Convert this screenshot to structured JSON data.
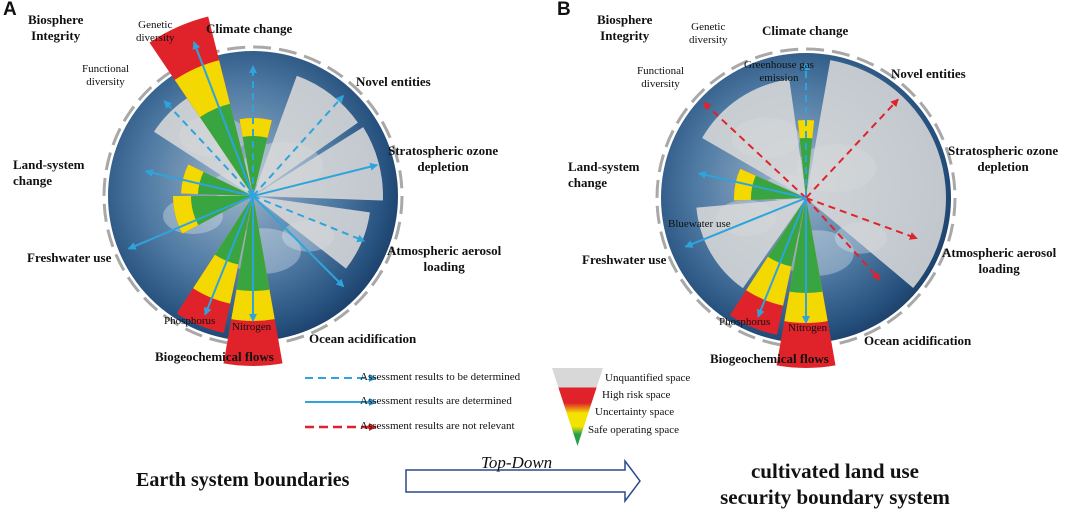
{
  "panels": [
    {
      "letter": "A",
      "labels": {
        "biosphere": "Biosphere\nIntegrity",
        "genetic": "Genetic\ndiversity",
        "functional": "Functional\ndiversity",
        "climate": "Climate change",
        "novel": "Novel entities",
        "ozone": "Stratospheric ozone\ndepletion",
        "landsystem": "Land-system\nchange",
        "freshwater": "Freshwater use",
        "aerosol": "Atmospheric aerosol\nloading",
        "phosphorus": "Phosphorus",
        "nitrogen": "Nitrogen",
        "ocean": "Ocean acidification",
        "biogeo": "Biogeochemical flows"
      }
    },
    {
      "letter": "B",
      "labels": {
        "biosphere": "Biosphere\nIntegrity",
        "genetic": "Genetic\ndiversity",
        "functional": "Functional\ndiversity",
        "climate": "Climate change",
        "ghg": "Greenhouse gas\nemission",
        "novel": "Novel entities",
        "ozone": "Stratospheric ozone\ndepletion",
        "landsystem": "Land-system\nchange",
        "bluewater": "Bluewater use",
        "freshwater": "Freshwater use",
        "aerosol": "Atmospheric aerosol\nloading",
        "phosphorus": "Phosphorus",
        "nitrogen": "Nitrogen",
        "ocean": "Ocean acidification",
        "biogeo": "Biogeochemical flows"
      }
    }
  ],
  "legend": {
    "arrows": [
      {
        "label": "Assessment results to be determined",
        "style": "dashed",
        "color": "#2fa4dc"
      },
      {
        "label": "Assessment results are determined",
        "style": "solid",
        "color": "#2fa4dc"
      },
      {
        "label": "Assessment results are not relevant",
        "style": "dashed",
        "color": "#e0232a"
      }
    ],
    "spaces": [
      {
        "label": "Unquantified space",
        "color": "#d8d8d8"
      },
      {
        "label": "High risk space",
        "color": "#e0232a"
      },
      {
        "label": "Uncertainty space",
        "color": "#f4e300"
      },
      {
        "label": "Safe operating space",
        "color": "#23a048"
      }
    ]
  },
  "bottom": {
    "left": "Earth system boundaries",
    "arrow_label": "Top-Down",
    "right_line1": "cultivated land use",
    "right_line2": "security boundary system"
  },
  "colors": {
    "blue_arrow": "#2fa4dc",
    "red_arrow": "#e0232a",
    "safe": "#23a048",
    "uncertain": "#f4e300",
    "risk": "#e0232a",
    "unquantified": "#d8d8d8",
    "bottom_arrow": "#2a4a8c"
  }
}
